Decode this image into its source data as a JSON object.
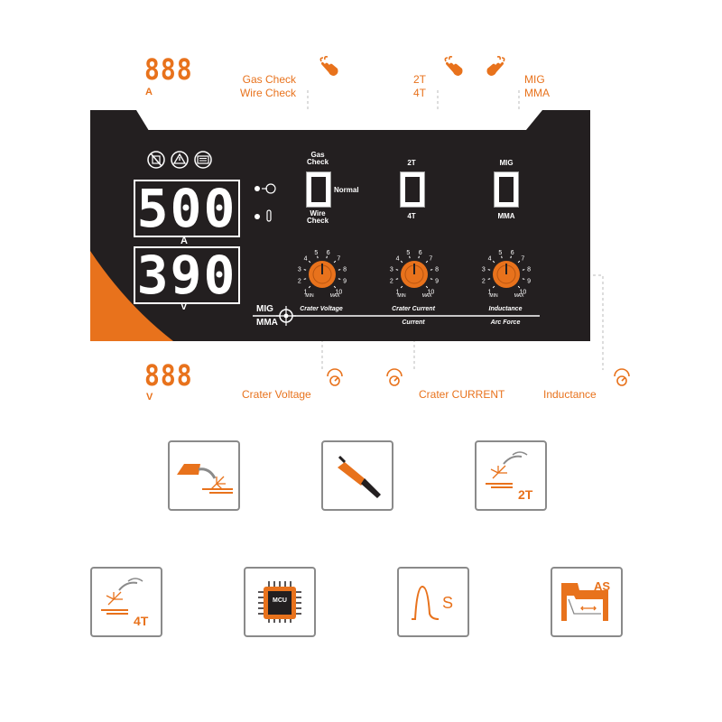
{
  "top_display": {
    "digits": "888",
    "unit": "A"
  },
  "bottom_display": {
    "digits": "888",
    "unit": "V"
  },
  "callouts": {
    "gas_check": "Gas Check",
    "wire_check": "Wire Check",
    "t2": "2T",
    "t4": "4T",
    "mig": "MIG",
    "mma": "MMA",
    "crater_voltage": "Crater Voltage",
    "crater_current": "Crater CURRENT",
    "inductance": "Inductance"
  },
  "panel": {
    "amp_display": "500",
    "amp_unit": "A",
    "volt_display": "390",
    "volt_unit": "V",
    "switch1": {
      "top": "Gas\nCheck",
      "right": "Normal",
      "bottom": "Wire\nCheck"
    },
    "switch2": {
      "top": "2T",
      "bottom": "4T"
    },
    "switch3": {
      "top": "MIG",
      "bottom": "MMA"
    },
    "mode_mig": "MIG",
    "mode_mma": "MMA",
    "knob_scale": [
      "1",
      "2",
      "3",
      "4",
      "5",
      "6",
      "7",
      "8",
      "9",
      "10"
    ],
    "knob_min": "MIN",
    "knob_max": "MAX",
    "knobs": [
      {
        "mig_label": "Crater Voltage",
        "mma_label": ""
      },
      {
        "mig_label": "Crater Current",
        "mma_label": "Current"
      },
      {
        "mig_label": "Inductance",
        "mma_label": "Arc Force"
      }
    ]
  },
  "features": {
    "t2_label": "2T",
    "t4_label": "4T",
    "mcu_label": "MCU",
    "s_label": "S",
    "as_label": "AS"
  },
  "colors": {
    "accent": "#e8721c",
    "panel": "#231f20",
    "border": "#8a8a8a"
  },
  "icons": [
    "hand-press-icon",
    "knob-turn-icon",
    "mig-torch-icon",
    "electrode-holder-icon",
    "mcu-chip-icon",
    "hot-start-curve-icon",
    "anti-stick-icon"
  ]
}
